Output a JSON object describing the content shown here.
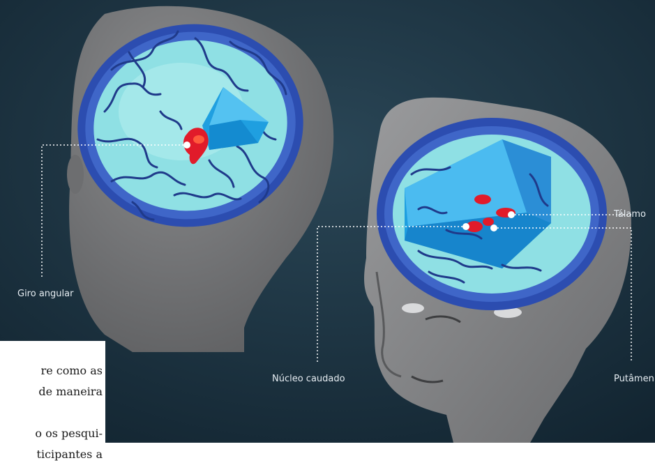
{
  "labels": {
    "angular_gyrus": "Giro angular",
    "thalamus": "Tálamo",
    "caudate_nucleus": "Núcleo caudado",
    "putamen": "Putâmen"
  },
  "article_fragment": {
    "line1": "re como as",
    "line2": "de maneira",
    "line3": "o os pesqui-",
    "line4": "ticipantes a"
  },
  "colors": {
    "background": "#1d3442",
    "head": "#7a7b7d",
    "brain_outer": "#3f66c8",
    "brain_inner": "#8fe0e4",
    "cutaway": "#1f9fe0",
    "activation": "#e11b2a",
    "veins": "#1f3a8a"
  }
}
